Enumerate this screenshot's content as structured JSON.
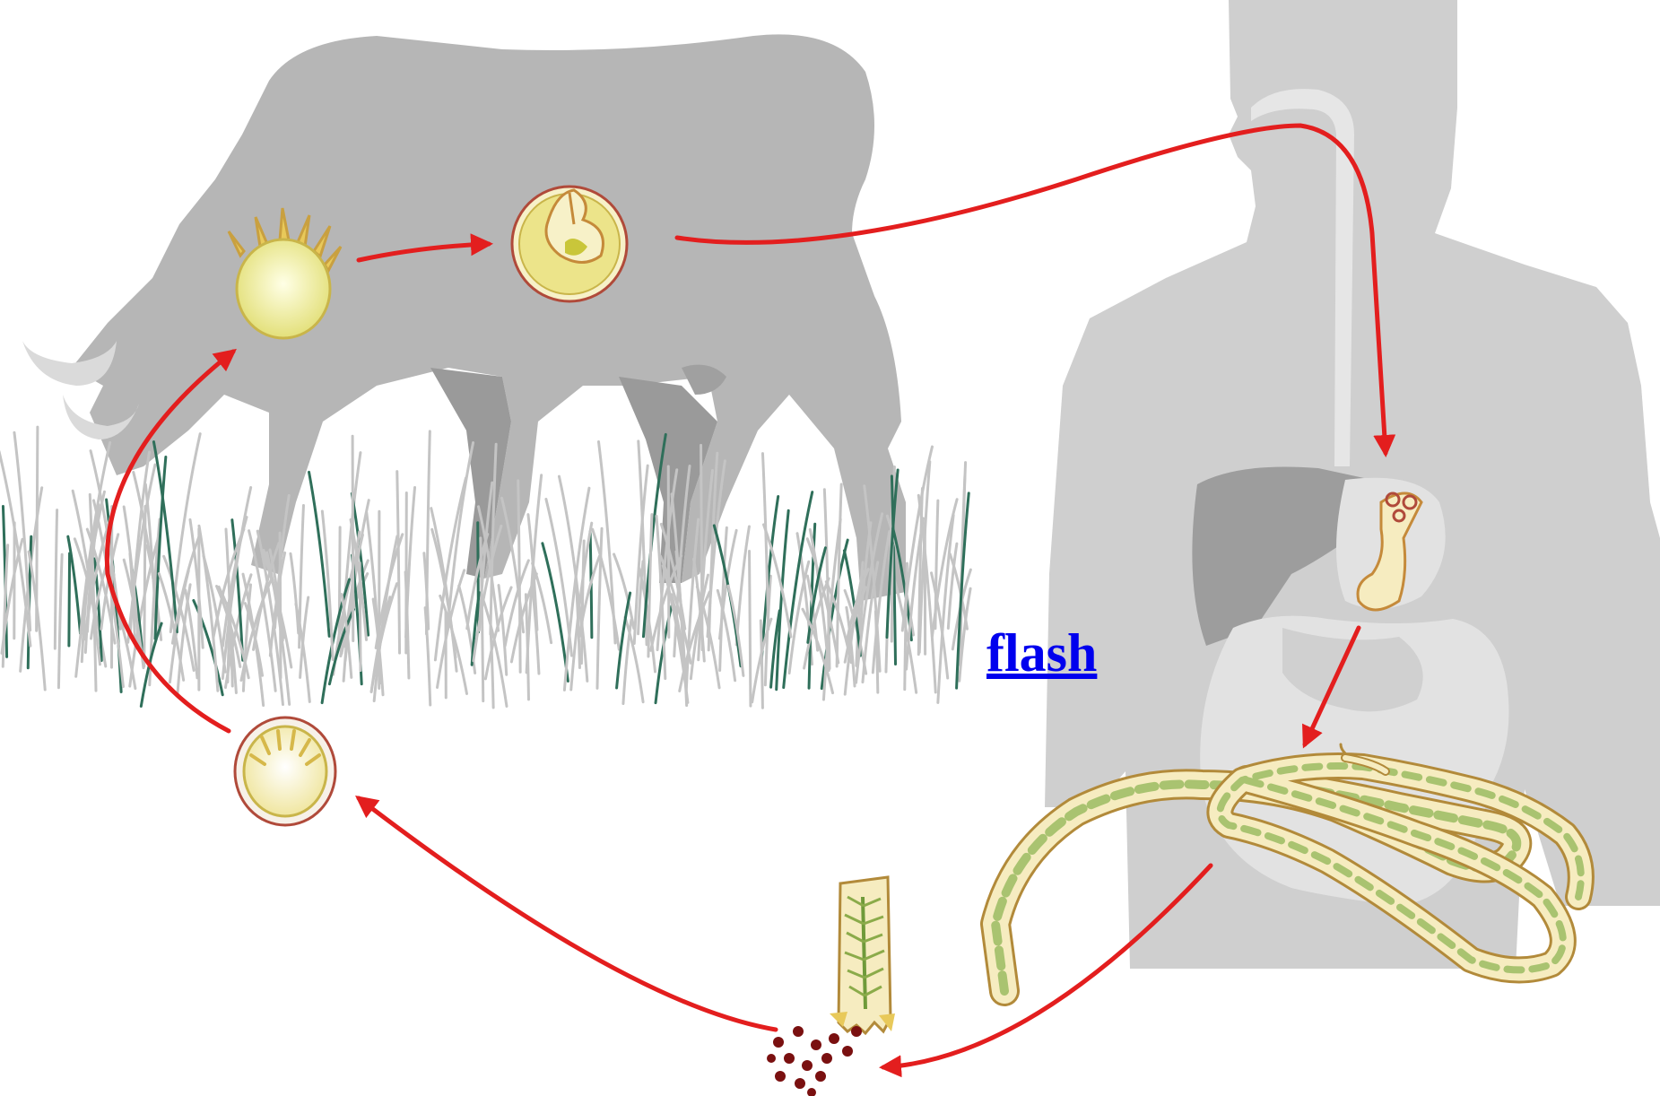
{
  "link": {
    "label": "flash"
  },
  "colors": {
    "arrow": "#e31e1e",
    "silhouette_light": "#cfcfcf",
    "silhouette_mid": "#b9b9b9",
    "silhouette_dark": "#9a9a9a",
    "grass": "#bdbdbd",
    "grass_accent": "#2f6f5a",
    "egg_fill": "#f3f0a0",
    "egg_rim": "#b04a3a",
    "worm_fill": "#f6ecc0",
    "worm_stroke": "#b28a3a",
    "feces": "#7a1010"
  },
  "icons": {
    "cow": "cow-silhouette",
    "human": "human-silhouette",
    "oncosphere": "hexacanth-oncosphere-icon",
    "cysticercus": "cysticercus-cyst-icon",
    "scolex": "scolex-icon",
    "adult_worm": "tapeworm-adult-icon",
    "proglottid": "gravid-proglottid-icon",
    "egg": "embryonated-egg-icon",
    "feces": "feces-dots-icon"
  }
}
